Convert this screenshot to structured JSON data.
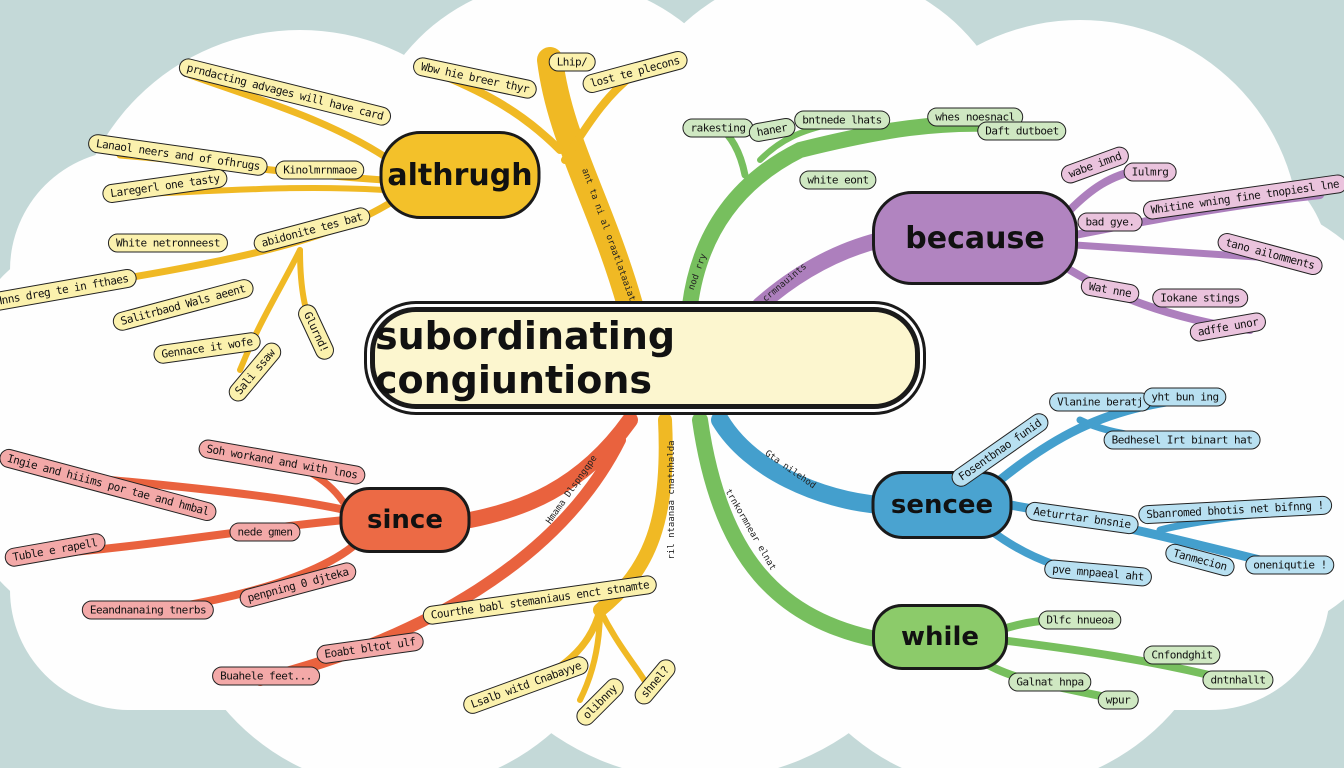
{
  "title": "subordinating congiuntions",
  "colors": {
    "yellow": "#f3c12a",
    "green": "#7cc164",
    "purple": "#b184c0",
    "orange": "#ec6a45",
    "blue": "#4aa3d0"
  },
  "althrugh": {
    "label": "althrugh",
    "leaves": [
      "prndacting advages will have card",
      "Lanaol neers and of ofhrugs",
      "Kinolmrnmaoe",
      "Laregerl one tasty",
      "abidonite tes bat",
      "White netronneest",
      "Hnns dreg te in fthaes",
      "Salitrbaod Wals aeent",
      "Gennace it wofe",
      "Sali ssaw",
      "Glurnd!",
      "Wbw hie breer thyr",
      "Lhip/",
      "lost te plecons"
    ],
    "branch_text": "ant ta ni al oraatlataaiat"
  },
  "green_top": {
    "leaves": [
      "rakesting",
      "haner",
      "bntnede lhats",
      "whes noesnacl",
      "Daft dutboet",
      "white eont"
    ],
    "branch_text": "nod rry"
  },
  "because": {
    "label": "because",
    "leaves": [
      "wabe imnd",
      "Iulmrg",
      "Whitine wning fine tnopiesl lne",
      "bad gye.",
      "tano ailomments",
      "Wat nne",
      "Iokane stings",
      "adffe unor"
    ],
    "branch_text": "crmnauints"
  },
  "since": {
    "label": "since",
    "leaves": [
      "Soh workand and with lnos",
      "Ingie and hiiims por tae and hmbal",
      "nede gmen",
      "Tuble e rapell",
      "penpning 0 djteka",
      "Eeandnanaing tnerbs",
      "Eoabt bltot ulf",
      "Buahele feet..."
    ],
    "branch_text": "Hmama Dlspngqpe"
  },
  "yellow_bottom": {
    "leaves": [
      "Courthe babl stemaniaus enct stnamte",
      "Lsalb witd Cnabayye",
      "olibnny",
      "shnel?"
    ],
    "branch_text": "ril ntaanaa cnatnhalda"
  },
  "sence": {
    "label": "sencee",
    "leaves": [
      "Fosentbnao funid",
      "Vlanine beratj",
      "yht bun ing",
      "Bedhesel Irt binart hat",
      "Aeturrtar bnsnie",
      "Sbanromed bhotis net bifnng !",
      "Tanmecion",
      "oneniqutie !",
      "pve mnpaeal aht"
    ],
    "branch_text": "Gta nilehod"
  },
  "while": {
    "label": "while",
    "leaves": [
      "Dlfc hnueoa",
      "Cnfondghit",
      "dntnhallt",
      "Galnat hnpa",
      "wpur"
    ],
    "branch_text": "trnkormnear elnat"
  }
}
